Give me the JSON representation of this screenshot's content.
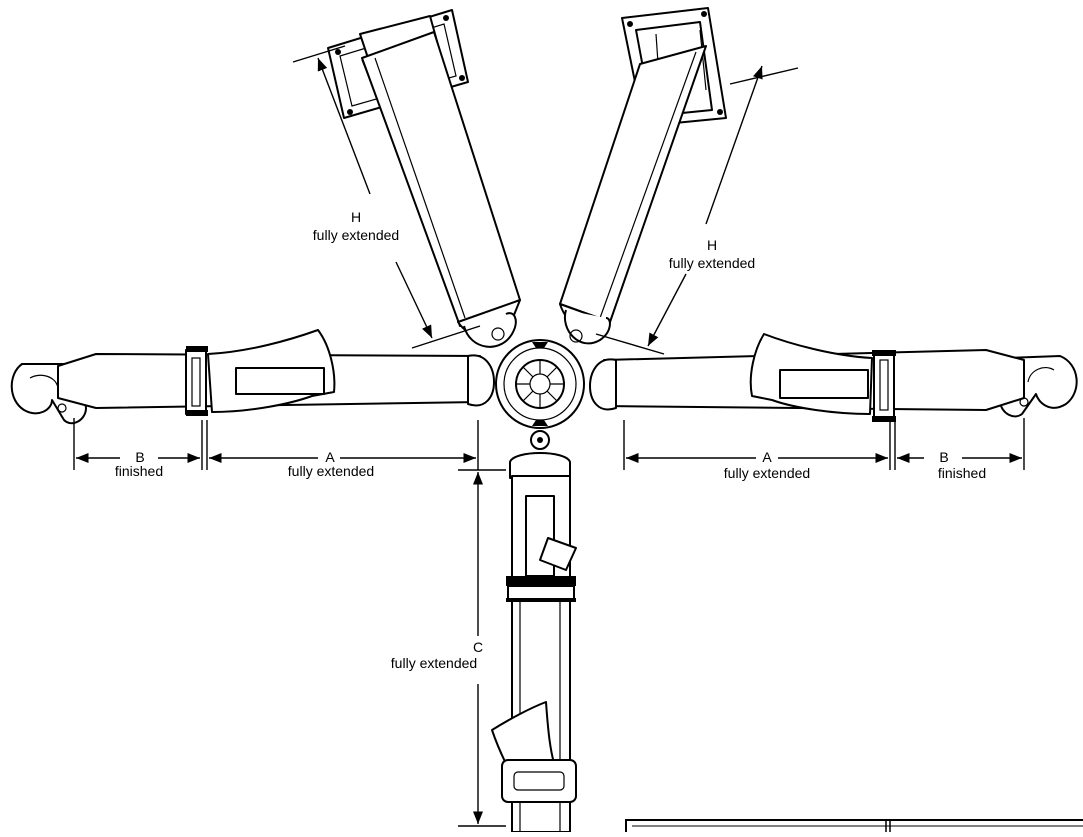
{
  "labels": {
    "h_left_letter": "H",
    "h_left_desc": "fully extended",
    "h_right_letter": "H",
    "h_right_desc": "fully extended",
    "b_left_letter": "B",
    "b_left_desc": "finished",
    "a_left_letter": "A",
    "a_left_desc": "fully extended",
    "a_right_letter": "A",
    "a_right_desc": "fully extended",
    "b_right_letter": "B",
    "b_right_desc": "finished",
    "c_letter": "C",
    "c_desc": "fully extended"
  }
}
